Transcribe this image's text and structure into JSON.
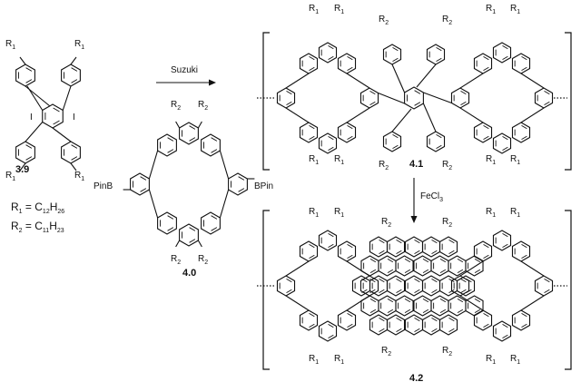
{
  "reagents": {
    "suzuki": "Suzuki",
    "fecl3_main": "FeCl",
    "fecl3_sub": "3"
  },
  "compounds": {
    "c39": "3.9",
    "c40": "4.0",
    "c41": "4.1",
    "c42": "4.2"
  },
  "substituents": {
    "r1": "R",
    "r1_sub": "1",
    "r2": "R",
    "r2_sub": "2",
    "iodo": "I",
    "pinb": "PinB",
    "bpin": "BPin"
  },
  "definitions": {
    "r1_lhs": "R",
    "r1_lhs_sub": "1",
    "r1_eq": " = C",
    "r1_c_sub": "12",
    "r1_h": "H",
    "r1_h_sub": "26",
    "r2_lhs": "R",
    "r2_lhs_sub": "2",
    "r2_eq": " = C",
    "r2_c_sub": "11",
    "r2_h": "H",
    "r2_h_sub": "23"
  }
}
